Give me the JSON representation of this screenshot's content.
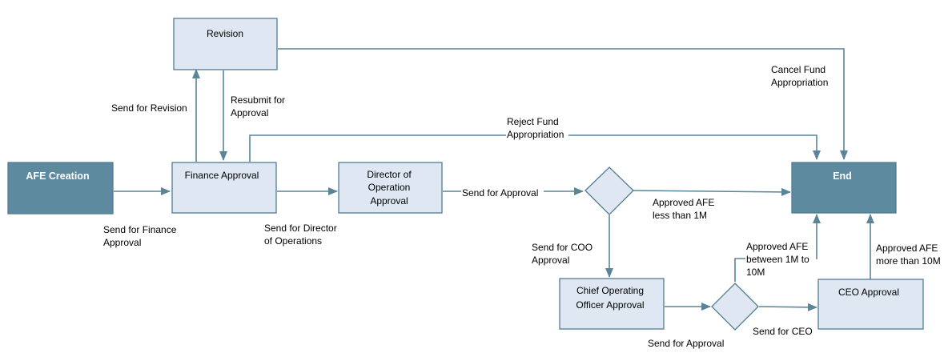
{
  "colors": {
    "process_fill": "#dfe8f2",
    "process_stroke": "#4f7c93",
    "terminal_fill": "#5e8aa0",
    "terminal_stroke": "#4f7c93",
    "edge": "#5a8499"
  },
  "nodes": {
    "afe_creation": "AFE Creation",
    "revision": "Revision",
    "finance_approval": "Finance Approval",
    "director_approval": [
      "Director of",
      "Operation",
      "Approval"
    ],
    "end": "End",
    "coo_approval": [
      "Chief Operating",
      "Officer Approval"
    ],
    "ceo_approval": "CEO Approval"
  },
  "edges": {
    "send_for_finance": [
      "Send for Finance",
      "Approval"
    ],
    "send_for_revision": [
      "Send for Revision"
    ],
    "resubmit": [
      "Resubmit for",
      "Approval"
    ],
    "cancel_fund": [
      "Cancel Fund",
      "Appropriation"
    ],
    "reject_fund": [
      "Reject Fund",
      "Appropriation"
    ],
    "send_for_director": [
      "Send for Director",
      "of Operations"
    ],
    "send_for_approval_1": [
      "Send for Approval"
    ],
    "approved_less_1m": [
      "Approved AFE",
      "less than 1M"
    ],
    "send_for_coo": [
      "Send for COO",
      "Approval"
    ],
    "approved_between": [
      "Approved AFE",
      "between 1M to",
      "10M"
    ],
    "approved_more_10m": [
      "Approved AFE",
      "more than 10M"
    ],
    "send_for_approval_2": [
      "Send for Approval"
    ],
    "send_for_ceo": [
      "Send for CEO"
    ]
  }
}
